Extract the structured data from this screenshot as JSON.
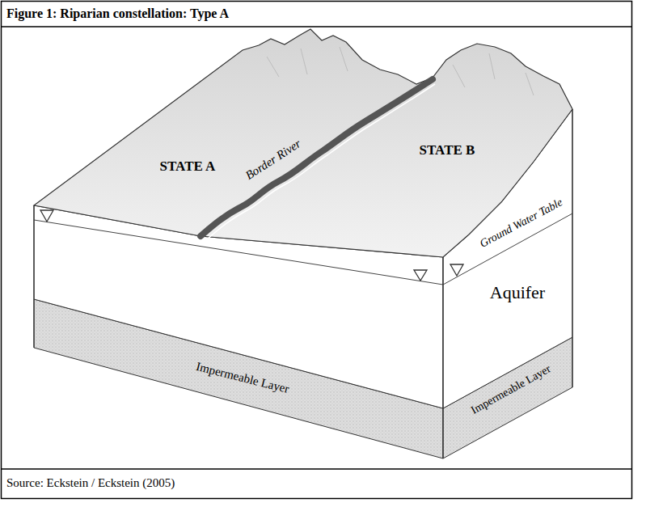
{
  "diagram": {
    "title": "Figure 1: Riparian constellation: Type A",
    "caption": "Source: Eckstein / Eckstein (2005)",
    "labels": [
      "STATE A",
      "Border River",
      "STATE B",
      "Ground Water Table",
      "Aquifer",
      "Impermeable Layer",
      "Impermeable Layer"
    ]
  }
}
